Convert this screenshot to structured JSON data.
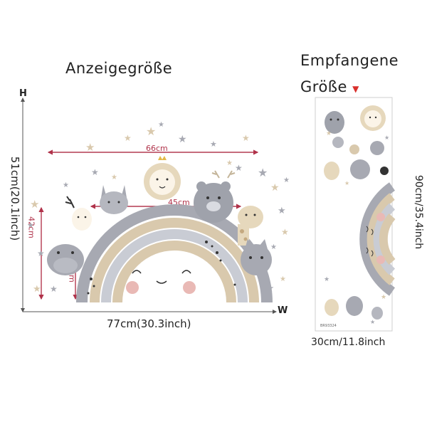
{
  "display_size_title": "Anzeigegröße",
  "received_size_title_line1": "Empfangene",
  "received_size_title_line2": "Größe",
  "axis_h": "H",
  "axis_w": "W",
  "height_total": "51cm(20.1inch)",
  "width_total": "77cm(30.3inch)",
  "dim_66": "66cm",
  "dim_45": "45cm",
  "dim_42": "42cm",
  "dim_27": "27cm",
  "received_height": "90cm/35.4inch",
  "received_width": "30cm/11.8inch",
  "sku": "BR93324",
  "colors": {
    "accent": "#b0324a",
    "arrow": "#d9302c",
    "gray": "#a7a9b2",
    "tan": "#d9c9ad",
    "blush": "#e9b9b5"
  }
}
